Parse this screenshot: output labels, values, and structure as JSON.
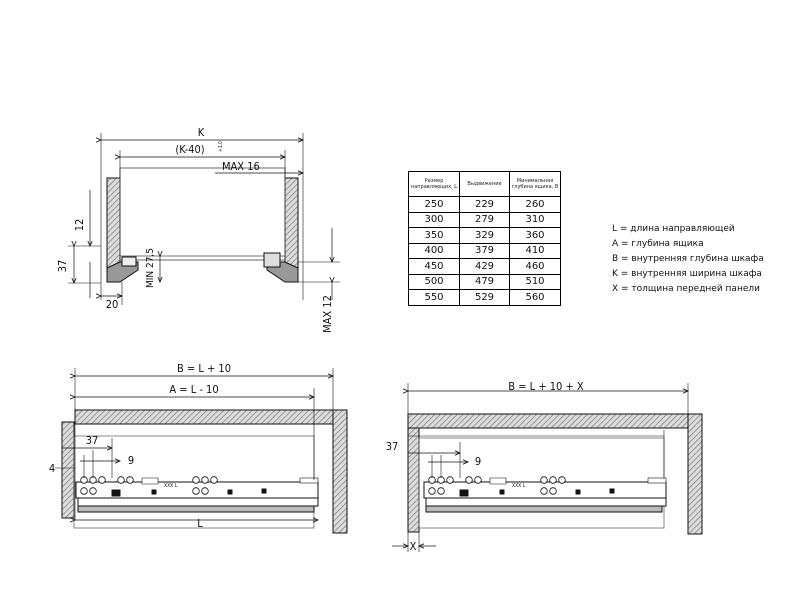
{
  "top_view": {
    "dim_k": "K",
    "dim_k40": "(K-40)",
    "dim_k40_tol": "+1.0",
    "dim_max16": "MAX 16",
    "dim_12": "12",
    "dim_37": "37",
    "dim_min275": "MIN 27,5",
    "dim_20": "20",
    "dim_max12": "MAX 12"
  },
  "table": {
    "headers": [
      "Размер направляющих, L",
      "Выдвижение",
      "Минимальная глубина ящика, B"
    ],
    "rows": [
      [
        "250",
        "229",
        "260"
      ],
      [
        "300",
        "279",
        "310"
      ],
      [
        "350",
        "329",
        "360"
      ],
      [
        "400",
        "379",
        "410"
      ],
      [
        "450",
        "429",
        "460"
      ],
      [
        "500",
        "479",
        "510"
      ],
      [
        "550",
        "529",
        "560"
      ]
    ]
  },
  "legend": [
    "L = длина направляющей",
    "A = глубина ящика",
    "B = внутренняя глубина шкафа",
    "K = внутренняя ширина шкафа",
    "X = толщина передней панели"
  ],
  "side_view_left": {
    "dim_b": "B = L + 10",
    "dim_a": "A = L - 10",
    "dim_37": "37",
    "dim_4": "4",
    "dim_9": "9",
    "dim_l": "L",
    "rail_label": "XXX L"
  },
  "side_view_right": {
    "dim_b": "B = L + 10 + X",
    "dim_37": "37",
    "dim_9": "9",
    "dim_x": "X",
    "rail_label": "XXX L"
  }
}
